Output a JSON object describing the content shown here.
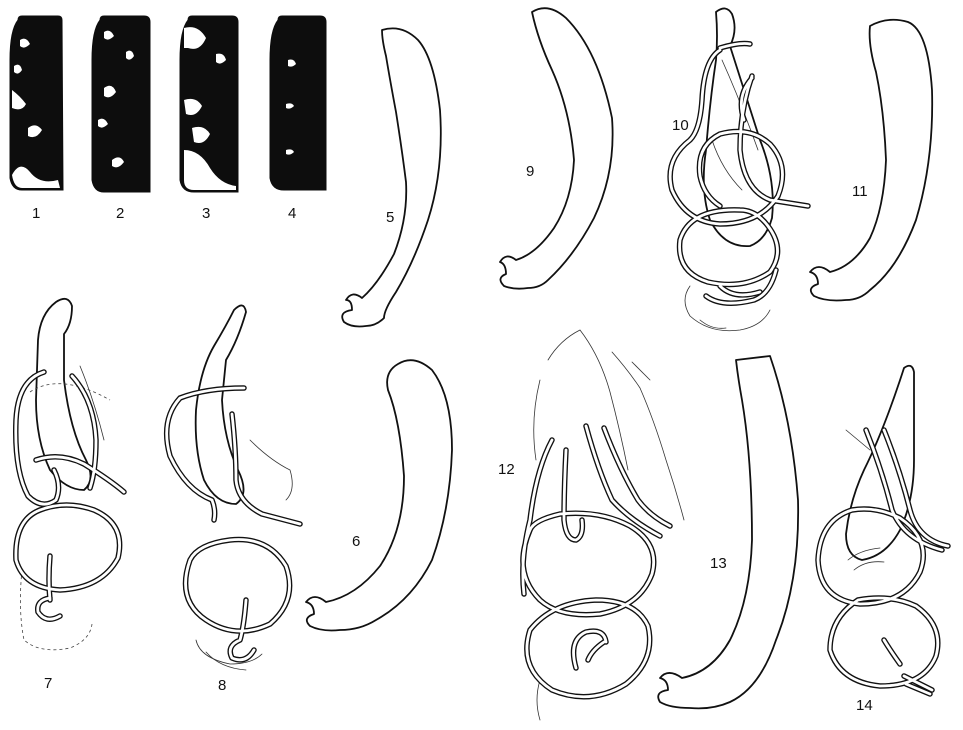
{
  "figure_labels": {
    "f1": "1",
    "f2": "2",
    "f3": "3",
    "f4": "4",
    "f5": "5",
    "f6": "6",
    "f7": "7",
    "f8": "8",
    "f9": "9",
    "f10": "10",
    "f11": "11",
    "f12": "12",
    "f13": "13",
    "f14": "14"
  }
}
